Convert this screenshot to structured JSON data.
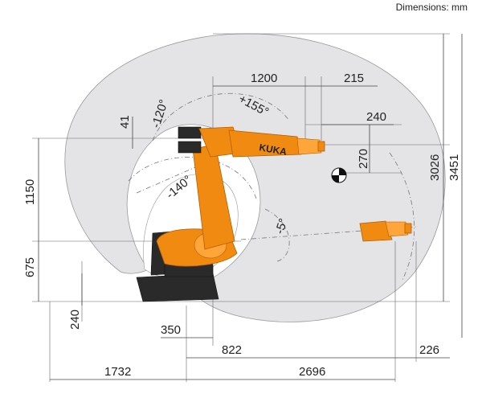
{
  "header": {
    "units_note": "Dimensions: mm"
  },
  "brand": {
    "label": "KUKA"
  },
  "angles": {
    "a4_neg": "-120°",
    "a4_pos": "+155°",
    "a3_neg": "-140°",
    "a3_pos": "-5°"
  },
  "dimensions": {
    "d1200": "1200",
    "d215": "215",
    "d240_top": "240",
    "d41": "41",
    "d270": "270",
    "d3026": "3026",
    "d3451": "3451",
    "d1150": "1150",
    "d675": "675",
    "d240_left": "240",
    "d350": "350",
    "d822": "822",
    "d226": "226",
    "d1732": "1732",
    "d2696": "2696"
  },
  "colors": {
    "robot_orange": "#f08a10",
    "envelope_gray": "#e4e4e6",
    "base_dark": "#2a2a2a"
  }
}
